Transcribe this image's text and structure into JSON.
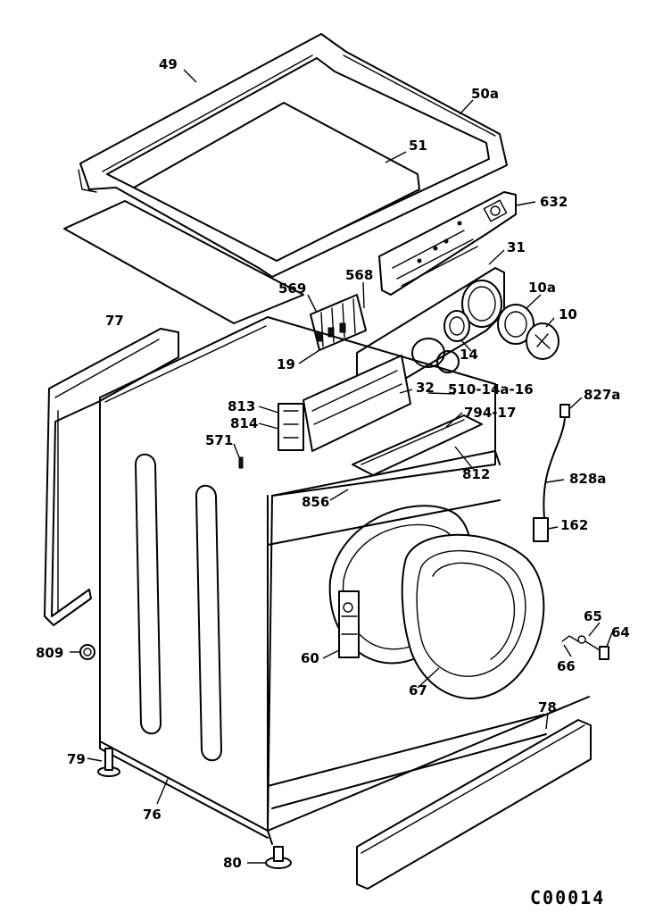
{
  "drawing": {
    "code": "C00014",
    "labels": {
      "p49": "49",
      "p50a": "50a",
      "p51": "51",
      "p632": "632",
      "p31": "31",
      "p568": "568",
      "p569": "569",
      "p10a": "10a",
      "p10": "10",
      "p77": "77",
      "p19": "19",
      "p14": "14",
      "p32": "32",
      "p510": "510-14a-16",
      "p827a": "827a",
      "p813": "813",
      "p814": "814",
      "p794": "794-17",
      "p571": "571",
      "p812": "812",
      "p828a": "828a",
      "p856": "856",
      "p162": "162",
      "p65": "65",
      "p64": "64",
      "p809": "809",
      "p60": "60",
      "p66": "66",
      "p67": "67",
      "p78": "78",
      "p79": "79",
      "p76": "76",
      "p80": "80"
    }
  }
}
